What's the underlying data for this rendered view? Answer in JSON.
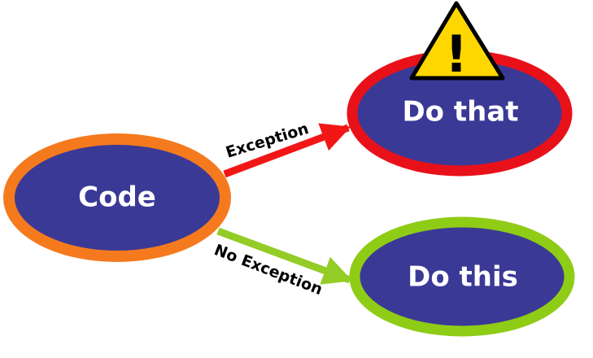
{
  "nodes": {
    "code": {
      "label": "Code",
      "fill": "#3b3996",
      "border": "#f57a1e"
    },
    "do_that": {
      "label": "Do that",
      "fill": "#3b3996",
      "border": "#e8111a"
    },
    "do_this": {
      "label": "Do this",
      "fill": "#3b3996",
      "border": "#8fcc16"
    }
  },
  "edges": {
    "exception": {
      "label": "Exception",
      "color": "#f21616"
    },
    "no_exception": {
      "label": "No Exception",
      "color": "#94cc26"
    }
  },
  "warning": {
    "icon": "warning-triangle-icon",
    "symbol": "!",
    "fill": "#ffd700"
  }
}
